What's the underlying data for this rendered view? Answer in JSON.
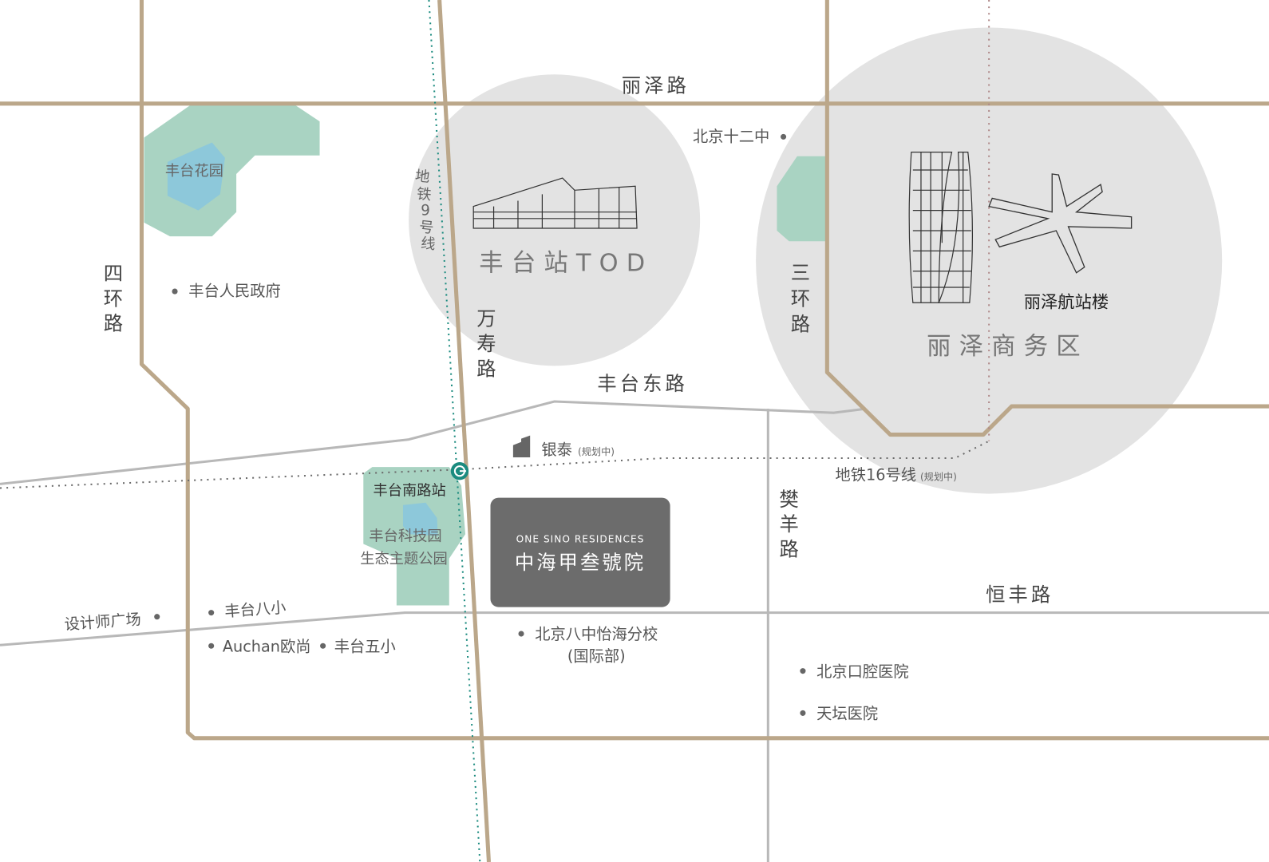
{
  "colors": {
    "road_main": "#bba78a",
    "road_minor": "#b8b8b8",
    "circle": "#e3e3e3",
    "park": "#a9d3c2",
    "water": "#8dc8da",
    "project": "#6c6c6c",
    "metro9": "#1b8b7f",
    "metro16": "#6a6a6a"
  },
  "roads": {
    "lize_road": "丽泽路",
    "fourth_ring": [
      "四",
      "环",
      "路"
    ],
    "wanshou": [
      "万",
      "寿",
      "路"
    ],
    "third_ring": [
      "三",
      "环",
      "路"
    ],
    "fengtai_east": "丰台东路",
    "fanyang": [
      "樊",
      "羊",
      "路"
    ],
    "hengfeng": "恒丰路"
  },
  "metro": {
    "line9": [
      "地",
      "铁",
      "9",
      "号",
      "线"
    ],
    "line16": "地铁16号线",
    "line16_note": "(规划中)",
    "station": "丰台南路站"
  },
  "zones": {
    "tod": "丰台站TOD",
    "lize_cbd": "丽泽商务区",
    "lize_terminal": "丽泽航站楼"
  },
  "project": {
    "en": "ONE SINO RESIDENCES",
    "cn": "中海甲叁號院"
  },
  "pois": {
    "fengtai_garden": "丰台花园",
    "fengtai_gov": "丰台人民政府",
    "beijing12": "北京十二中",
    "yintai": "银泰",
    "yintai_note": "(规划中)",
    "park_line1": "丰台科技园",
    "park_line2": "生态主题公园",
    "design_square": "设计师广场",
    "fengtai8": "丰台八小",
    "auchan": "Auchan欧尚",
    "fengtai5": "丰台五小",
    "beijing8_line1": "北京八中怡海分校",
    "beijing8_line2": "(国际部)",
    "stomatology": "北京口腔医院",
    "tiantan": "天坛医院"
  }
}
